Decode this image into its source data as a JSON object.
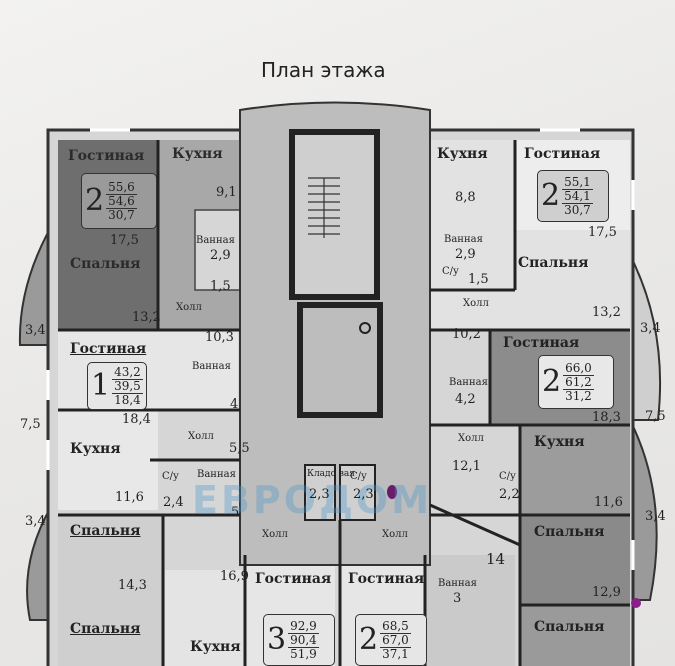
{
  "title": "План этажа",
  "watermark": "ЕВРОДОМ",
  "apartments": [
    {
      "rooms": "2",
      "total": "55,6",
      "living": "54,6",
      "area": "30,7"
    },
    {
      "rooms": "2",
      "total": "55,1",
      "living": "54,1",
      "area": "30,7"
    },
    {
      "rooms": "1",
      "total": "43,2",
      "living": "39,5",
      "area": "18,4"
    },
    {
      "rooms": "2",
      "total": "66,0",
      "living": "61,2",
      "area": "31,2"
    },
    {
      "rooms": "3",
      "total": "92,9",
      "living": "90,4",
      "area": "51,9"
    },
    {
      "rooms": "2",
      "total": "68,5",
      "living": "67,0",
      "area": "37,1"
    }
  ],
  "rooms": {
    "living_room": "Гостиная",
    "kitchen": "Кухня",
    "bedroom": "Спальня",
    "bathroom": "Ванная",
    "hall": "Холл",
    "wc": "С/у",
    "storage": "Кладо вая"
  },
  "areas": {
    "tl_kitchen": "9,1",
    "tl_bedroom": "17,5",
    "tl_bath": "2,9",
    "tl_wc": "1,5",
    "tl_living": "13,2",
    "tl_hall": "10,3",
    "tr_kitchen": "8,8",
    "tr_bath": "2,9",
    "tr_wc": "1,5",
    "tr_living": "17,5",
    "tr_bedroom": "13,2",
    "tr_hall": "10,2",
    "balcony_left1": "3,4",
    "balcony_right1": "3,4",
    "ml_bedroom": "7,5",
    "ml_kitchen": "18,4",
    "ml_bath": "4",
    "ml_hall": "5,5",
    "ml_wc": "2,4",
    "ml_bath2": "5",
    "ml_bedroom2": "11,6",
    "balcony_left2": "3,4",
    "mr_bath": "4,2",
    "mr_living": "18,3",
    "balcony_right2": "7,5",
    "mr_hall": "12,1",
    "mr_wc": "2,2",
    "mr_kitchen": "11,6",
    "balcony_right3": "3,4",
    "storage": "2,3",
    "core_wc": "2,3",
    "hall_14": "14",
    "bl_bedroom": "14,3",
    "bl_hall": "16,9",
    "br_bath": "3",
    "br_bedroom": "12,9"
  }
}
